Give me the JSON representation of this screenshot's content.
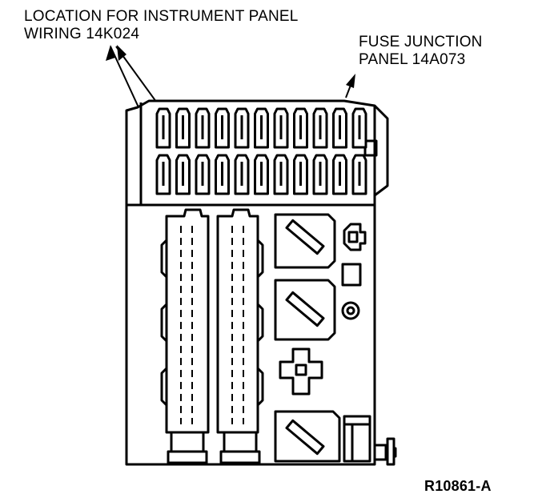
{
  "callouts": {
    "instrument_panel_wiring": {
      "line1": "LOCATION FOR INSTRUMENT PANEL",
      "line2": "WIRING 14K024"
    },
    "fuse_junction_panel": {
      "line1": "FUSE JUNCTION",
      "line2": "PANEL 14A073"
    }
  },
  "figure_reference": "R10861-A",
  "fuse_rows": [
    {
      "row": "upper",
      "fuse_count": 11
    },
    {
      "row": "lower",
      "fuse_count": 11
    }
  ],
  "connectors": [
    "instrument-panel-connector-left",
    "instrument-panel-connector-right"
  ],
  "relays": [
    "relay-upper",
    "relay-middle",
    "relay-lower"
  ]
}
